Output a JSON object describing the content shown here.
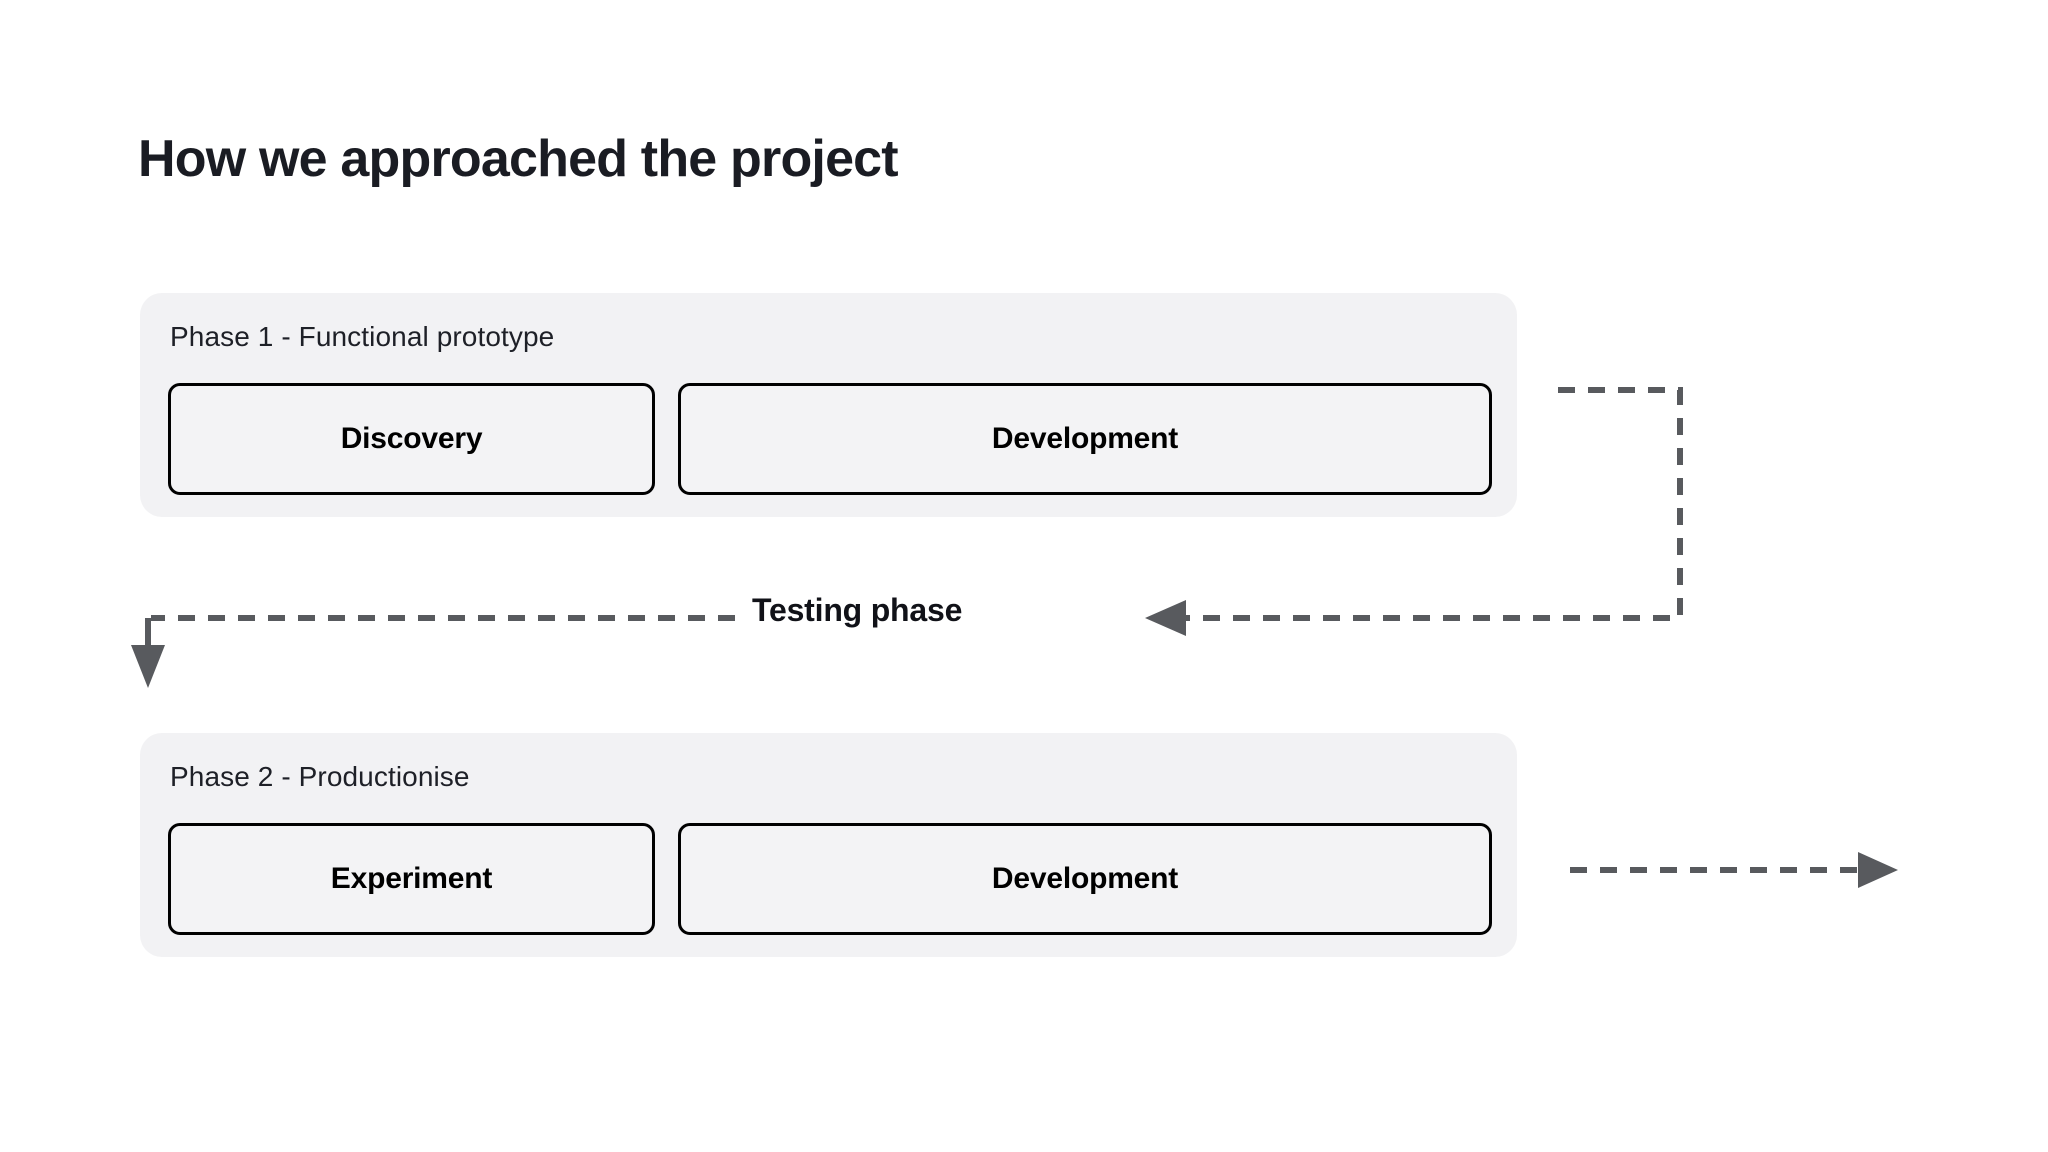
{
  "page": {
    "title": "How we approached the project",
    "background_color": "#ffffff"
  },
  "colors": {
    "text": "#1a1c23",
    "panel_background": "#f2f2f4",
    "box_border": "#000000",
    "box_background": "#f3f3f5",
    "connector": "#585a5e"
  },
  "phases": [
    {
      "label": "Phase 1 - Functional prototype",
      "steps": [
        {
          "label": "Discovery"
        },
        {
          "label": "Development"
        }
      ]
    },
    {
      "label": "Phase 2 - Productionise",
      "steps": [
        {
          "label": "Experiment"
        },
        {
          "label": "Development"
        }
      ]
    }
  ],
  "testing": {
    "label": "Testing phase"
  },
  "connectors": [
    {
      "name": "phase1-to-testing",
      "style": "dashed",
      "direction": "right-to-left",
      "arrowhead": "left"
    },
    {
      "name": "testing-to-phase2",
      "style": "dashed",
      "direction": "left-then-down",
      "arrowhead": "down"
    },
    {
      "name": "phase2-output",
      "style": "dashed",
      "direction": "left-to-right",
      "arrowhead": "right"
    }
  ]
}
